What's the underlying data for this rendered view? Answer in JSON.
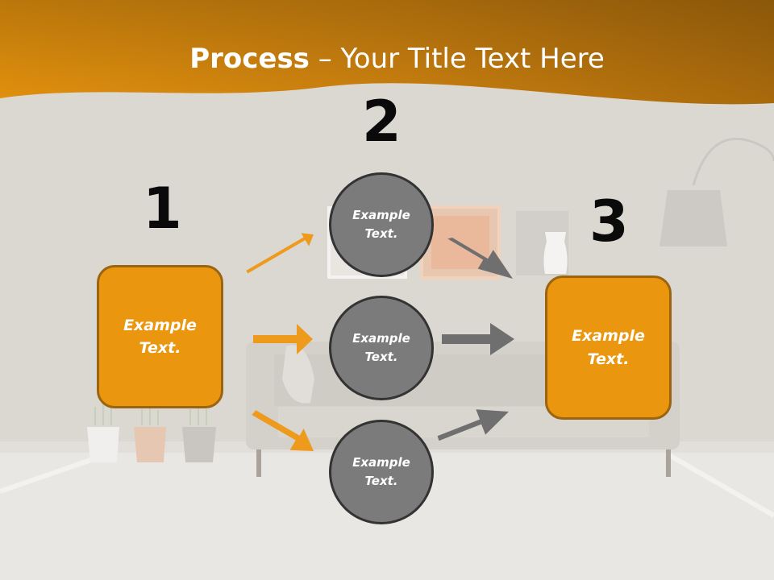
{
  "title": {
    "bold": "Process",
    "rest": " – Your Title Text Here"
  },
  "steps": [
    {
      "number": "1",
      "text": "Example Text."
    },
    {
      "number": "2",
      "text": "Example Text."
    },
    {
      "number": "3",
      "text": "Example Text."
    }
  ],
  "circles": [
    {
      "text": "Example Text."
    },
    {
      "text": "Example Text."
    },
    {
      "text": "Example Text."
    }
  ],
  "colors": {
    "accent_orange": "#ea960f",
    "arrow_orange": "#ee9a1c",
    "arrow_gray": "#6f6f6f",
    "circle_gray": "#7b7b7b"
  }
}
